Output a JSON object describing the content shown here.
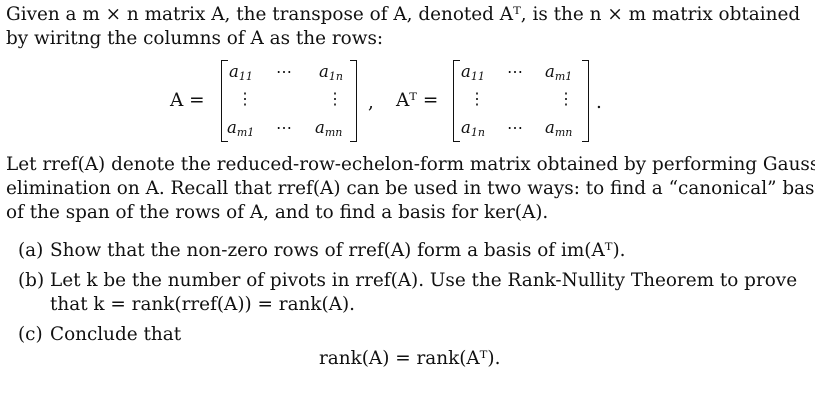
{
  "intro": {
    "line1": "Given a m × n matrix A, the transpose of A, denoted Aᵀ, is the n × m matrix obtained",
    "line2": "by wiritng the columns of A as the rows:"
  },
  "matrices": {
    "A_label": "A =",
    "AT_label": "Aᵀ =",
    "separator": ",",
    "end_period": ".",
    "A_entries": {
      "top_left": "a11",
      "top_right": "a1n",
      "bottom_left": "am1",
      "bottom_right": "amn"
    },
    "AT_entries": {
      "top_left": "a11",
      "top_right": "am1",
      "bottom_left": "a1n",
      "bottom_right": "amn"
    },
    "hdots": "⋯",
    "vdots": "⋮"
  },
  "paragraph": {
    "line1": "Let rref(A) denote the reduced-row-echelon-form matrix obtained by performing Gaussian",
    "line2": "elimination on A. Recall that rref(A) can be used in two ways: to find a “canonical” basis",
    "line3": "of the span of the rows of A, and to find a basis for ker(A)."
  },
  "items": [
    {
      "marker": "(a)",
      "lines": [
        "Show that the non-zero rows of rref(A) form a basis of im(Aᵀ)."
      ]
    },
    {
      "marker": "(b)",
      "lines": [
        "Let k be the number of pivots in rref(A). Use the Rank-Nullity Theorem to prove",
        "that k = rank(rref(A)) = rank(A)."
      ]
    },
    {
      "marker": "(c)",
      "lines": [
        "Conclude that"
      ]
    }
  ],
  "final_equation": "rank(A) = rank(Aᵀ)."
}
